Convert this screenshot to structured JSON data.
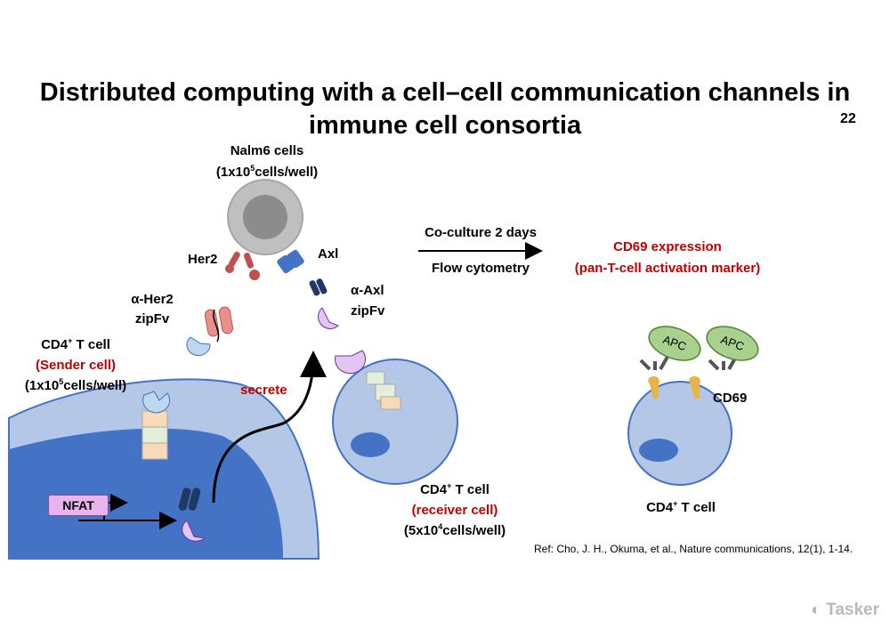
{
  "slide": {
    "title_line1": "Distributed computing with a cell–cell communication channels in",
    "title_line2": "immune cell consortia",
    "page_number": "22"
  },
  "nalm6": {
    "name": "Nalm6 cells",
    "density_prefix": "(1x10",
    "density_exp": "5",
    "density_suffix": "cells/well)",
    "her2_label": "Her2",
    "axl_label": "Axl"
  },
  "zipfv": {
    "her2_line1": "α-Her2",
    "her2_line2": "zipFv",
    "axl_line1": "α-Axl",
    "axl_line2": "zipFv"
  },
  "sender": {
    "name_prefix": "CD4",
    "name_sup": "+",
    "name_suffix": " T cell",
    "role": "(Sender cell)",
    "density_prefix": "(1x10",
    "density_exp": "5",
    "density_suffix": "cells/well)",
    "promoter": "NFAT",
    "secrete_label": "secrete"
  },
  "receiver": {
    "name_prefix": "CD4",
    "name_sup": "+",
    "name_suffix": " T cell",
    "role": "(receiver cell)",
    "density_prefix": "(5x10",
    "density_exp": "4",
    "density_suffix": "cells/well)"
  },
  "process": {
    "step1": "Co-culture 2 days",
    "step2": "Flow cytometry"
  },
  "readout": {
    "line1": "CD69 expression",
    "line2": "(pan-T-cell activation marker)",
    "apc_label": "APC",
    "marker_label": "CD69",
    "cell_prefix": "CD4",
    "cell_sup": "+",
    "cell_suffix": " T cell"
  },
  "reference": "Ref: Cho, J. H., Okuma, et al., Nature communications, 12(1), 1-14.",
  "watermark": "Tasker",
  "colors": {
    "cell_light": "#b4c7e7",
    "cell_dark": "#4472c4",
    "nalm6_grey": "#bfbfbf",
    "accent_red": "#c00000",
    "apc_green": "#a9d18e",
    "cd69_gold": "#e6b54a"
  }
}
